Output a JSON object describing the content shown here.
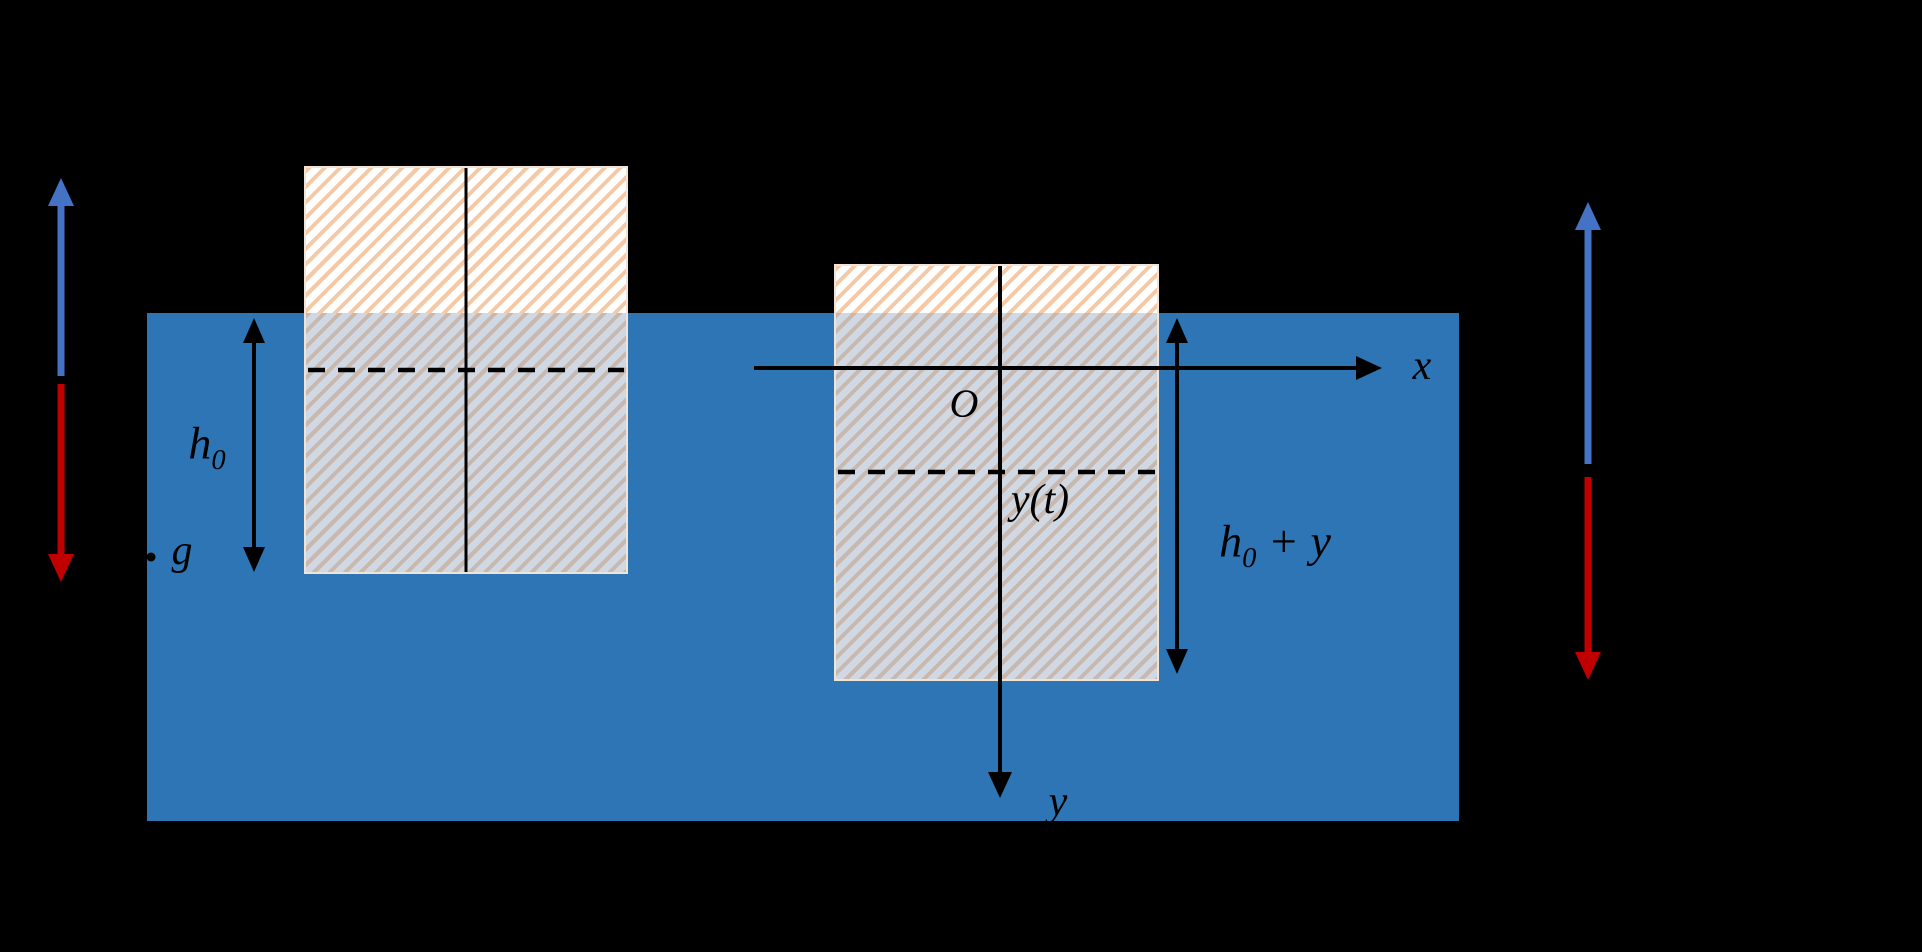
{
  "labels": {
    "x_axis": "x",
    "y_axis": "y",
    "origin": "O",
    "displacement": "y(t)",
    "gravity": "g",
    "equilibrium_depth": {
      "base": "h",
      "sub": "0"
    },
    "displaced_depth": {
      "base": "h",
      "sub": "0",
      "rest": " + y"
    }
  },
  "colors": {
    "background": "#000000",
    "water": "#2E75B6",
    "buoyancy_arrow": "#4472C4",
    "weight_arrow": "#C00000",
    "axis_and_lines": "#000000",
    "block_stripe_above_water": "#F6C9A6",
    "block_bg_above_water": "#FFFFFF",
    "block_stripe_below_water": "#C9B8AE",
    "block_bg_below_water": "#CFD8E3",
    "block_border": "#F2E4D5"
  }
}
